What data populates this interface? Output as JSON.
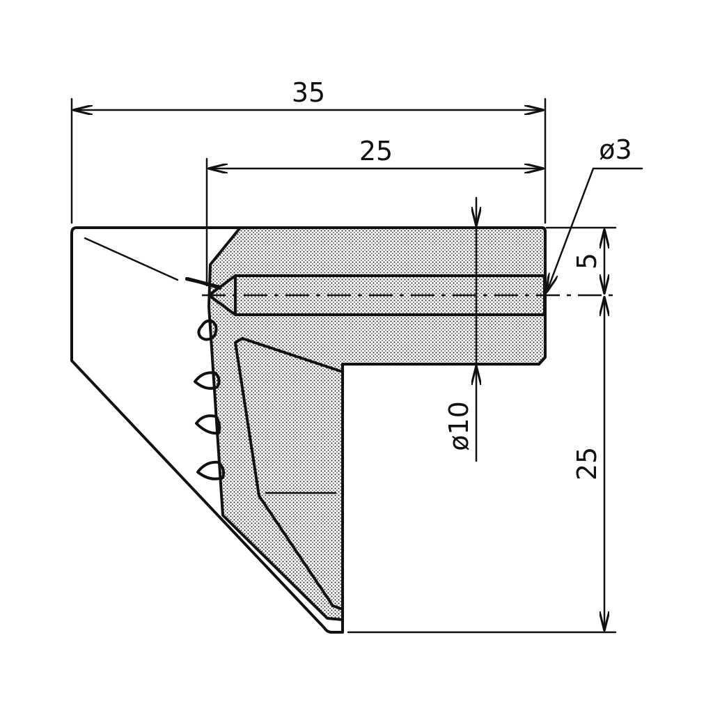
{
  "drawing": {
    "dimensions": {
      "overall_length": "35",
      "bore_length": "25",
      "bore_diameter": "ø3",
      "bore_offset": "5",
      "head_diameter": "ø10",
      "body_height": "25"
    },
    "colors": {
      "line": "#111111",
      "background": "#ffffff",
      "hatch": "#555555"
    }
  }
}
